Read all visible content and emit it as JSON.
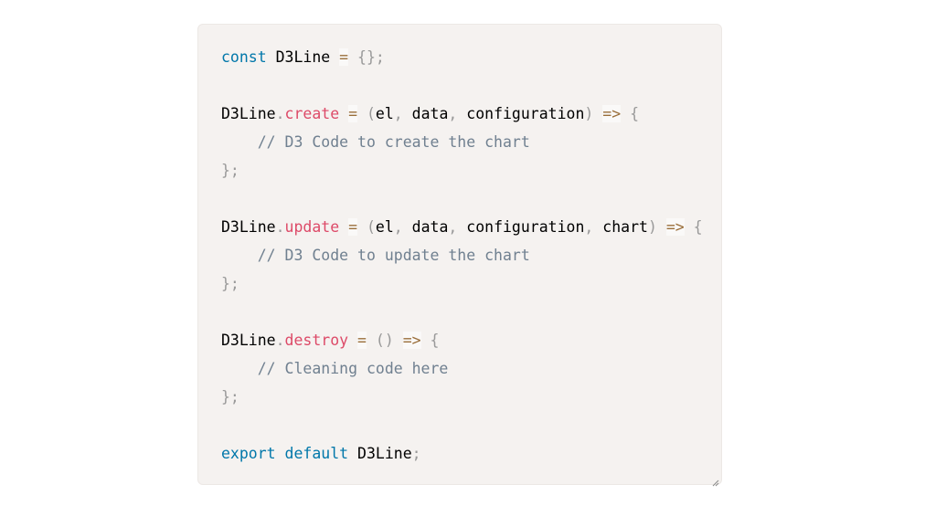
{
  "editor": {
    "lines": [
      [
        {
          "t": "const",
          "k": "kw"
        },
        {
          "t": " D3Line ",
          "k": "tx"
        },
        {
          "t": "=",
          "k": "op"
        },
        {
          "t": " ",
          "k": "tx"
        },
        {
          "t": "{};",
          "k": "pn"
        }
      ],
      [],
      [
        {
          "t": "D3Line",
          "k": "tx"
        },
        {
          "t": ".",
          "k": "pn"
        },
        {
          "t": "create",
          "k": "fn"
        },
        {
          "t": " ",
          "k": "tx"
        },
        {
          "t": "=",
          "k": "op"
        },
        {
          "t": " ",
          "k": "tx"
        },
        {
          "t": "(",
          "k": "pn"
        },
        {
          "t": "el",
          "k": "tx"
        },
        {
          "t": ",",
          "k": "pn"
        },
        {
          "t": " data",
          "k": "tx"
        },
        {
          "t": ",",
          "k": "pn"
        },
        {
          "t": " configuration",
          "k": "tx"
        },
        {
          "t": ")",
          "k": "pn"
        },
        {
          "t": " ",
          "k": "tx"
        },
        {
          "t": "=>",
          "k": "op"
        },
        {
          "t": " ",
          "k": "tx"
        },
        {
          "t": "{",
          "k": "pn"
        }
      ],
      [
        {
          "t": "    ",
          "k": "tx"
        },
        {
          "t": "// D3 Code to create the chart",
          "k": "cm"
        }
      ],
      [
        {
          "t": "};",
          "k": "pn"
        }
      ],
      [],
      [
        {
          "t": "D3Line",
          "k": "tx"
        },
        {
          "t": ".",
          "k": "pn"
        },
        {
          "t": "update",
          "k": "fn"
        },
        {
          "t": " ",
          "k": "tx"
        },
        {
          "t": "=",
          "k": "op"
        },
        {
          "t": " ",
          "k": "tx"
        },
        {
          "t": "(",
          "k": "pn"
        },
        {
          "t": "el",
          "k": "tx"
        },
        {
          "t": ",",
          "k": "pn"
        },
        {
          "t": " data",
          "k": "tx"
        },
        {
          "t": ",",
          "k": "pn"
        },
        {
          "t": " configuration",
          "k": "tx"
        },
        {
          "t": ",",
          "k": "pn"
        },
        {
          "t": " chart",
          "k": "tx"
        },
        {
          "t": ")",
          "k": "pn"
        },
        {
          "t": " ",
          "k": "tx"
        },
        {
          "t": "=>",
          "k": "op"
        },
        {
          "t": " ",
          "k": "tx"
        },
        {
          "t": "{",
          "k": "pn"
        }
      ],
      [
        {
          "t": "    ",
          "k": "tx"
        },
        {
          "t": "// D3 Code to update the chart",
          "k": "cm"
        }
      ],
      [
        {
          "t": "};",
          "k": "pn"
        }
      ],
      [],
      [
        {
          "t": "D3Line",
          "k": "tx"
        },
        {
          "t": ".",
          "k": "pn"
        },
        {
          "t": "destroy",
          "k": "fn"
        },
        {
          "t": " ",
          "k": "tx"
        },
        {
          "t": "=",
          "k": "op"
        },
        {
          "t": " ",
          "k": "tx"
        },
        {
          "t": "()",
          "k": "pn"
        },
        {
          "t": " ",
          "k": "tx"
        },
        {
          "t": "=>",
          "k": "op"
        },
        {
          "t": " ",
          "k": "tx"
        },
        {
          "t": "{",
          "k": "pn"
        }
      ],
      [
        {
          "t": "    ",
          "k": "tx"
        },
        {
          "t": "// Cleaning code here",
          "k": "cm"
        }
      ],
      [
        {
          "t": "};",
          "k": "pn"
        }
      ],
      [],
      [
        {
          "t": "export",
          "k": "kw"
        },
        {
          "t": " ",
          "k": "tx"
        },
        {
          "t": "default",
          "k": "kw"
        },
        {
          "t": " D3Line",
          "k": "tx"
        },
        {
          "t": ";",
          "k": "pn"
        }
      ]
    ]
  },
  "icons": {
    "resize": "resize-grip-icon"
  }
}
